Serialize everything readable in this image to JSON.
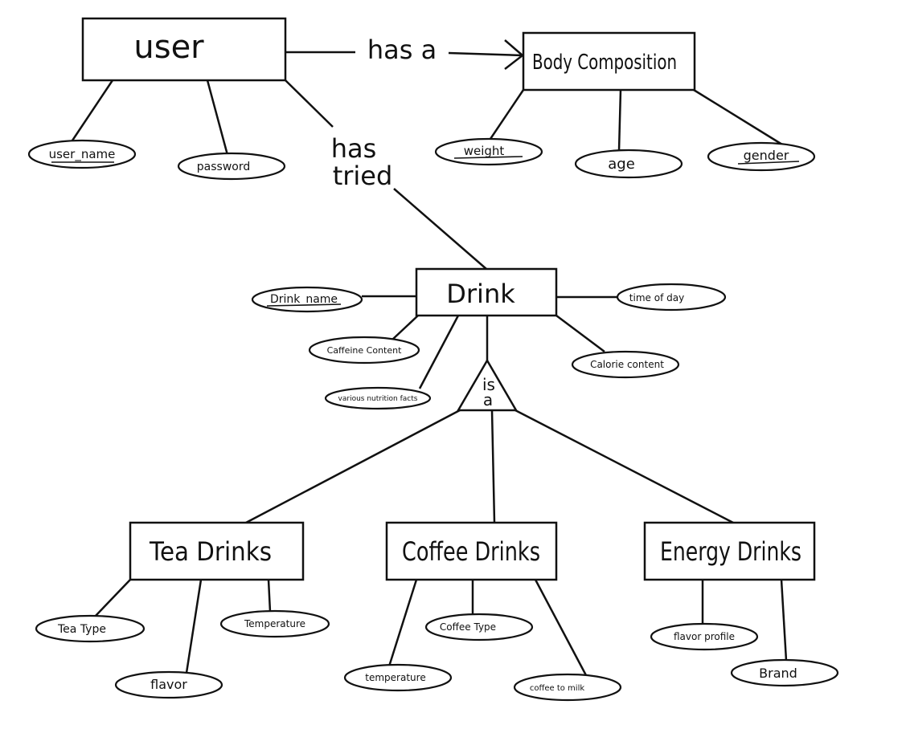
{
  "entities": {
    "user": "user",
    "body_composition": "Body Composition",
    "drink": "Drink",
    "tea_drinks": "Tea Drinks",
    "coffee_drinks": "Coffee Drinks",
    "energy_drinks": "Energy Drinks"
  },
  "relationships": {
    "has_a": "has a",
    "has_tried_line1": "has",
    "has_tried_line2": "tried",
    "isa_line1": "is",
    "isa_line2": "a"
  },
  "attributes": {
    "user_name": "user_name",
    "password": "password",
    "weight": "weight",
    "age": "age",
    "gender": "gender",
    "drink_name": "Drink_name",
    "time_of_day": "time of day",
    "caffeine_content": "Caffeine Content",
    "calorie_content": "Calorie content",
    "nutrition_facts": "various nutrition facts",
    "tea_type": "Tea Type",
    "tea_temperature": "Temperature",
    "flavor": "flavor",
    "coffee_type": "Coffee Type",
    "coffee_temperature": "temperature",
    "coffee_to_milk": "coffee to milk",
    "flavor_profile": "flavor profile",
    "brand": "Brand"
  }
}
